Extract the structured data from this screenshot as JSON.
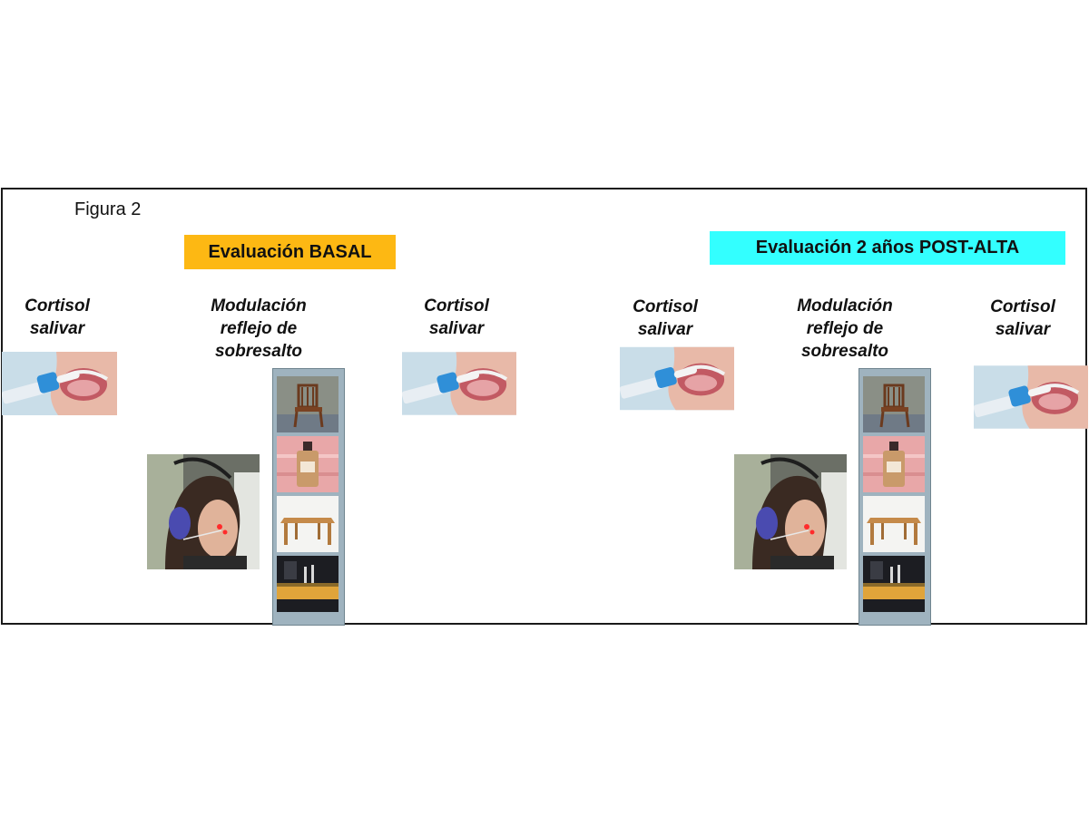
{
  "figure": {
    "label": "Figura 2"
  },
  "phases": [
    {
      "title": "Evaluación BASAL",
      "color": "#fdb813",
      "steps": [
        {
          "caption": "Cortisol\nsalivar"
        },
        {
          "caption": "Modulación\nreflejo de\nsobresalto"
        },
        {
          "caption": "Cortisol\nsalivar"
        }
      ]
    },
    {
      "title": "Evaluación 2 años POST-ALTA",
      "color": "#33ffff",
      "steps": [
        {
          "caption": "Cortisol\nsalivar"
        },
        {
          "caption": "Modulación\nreflejo de\nsobresalto"
        },
        {
          "caption": "Cortisol\nsalivar"
        }
      ]
    }
  ],
  "icons": {
    "saliva": "saliva-swab-photo",
    "participant": "participant-headphones-photo",
    "stimuli": [
      "chair-image",
      "bottle-image",
      "table-image",
      "bar-scene-image"
    ]
  }
}
